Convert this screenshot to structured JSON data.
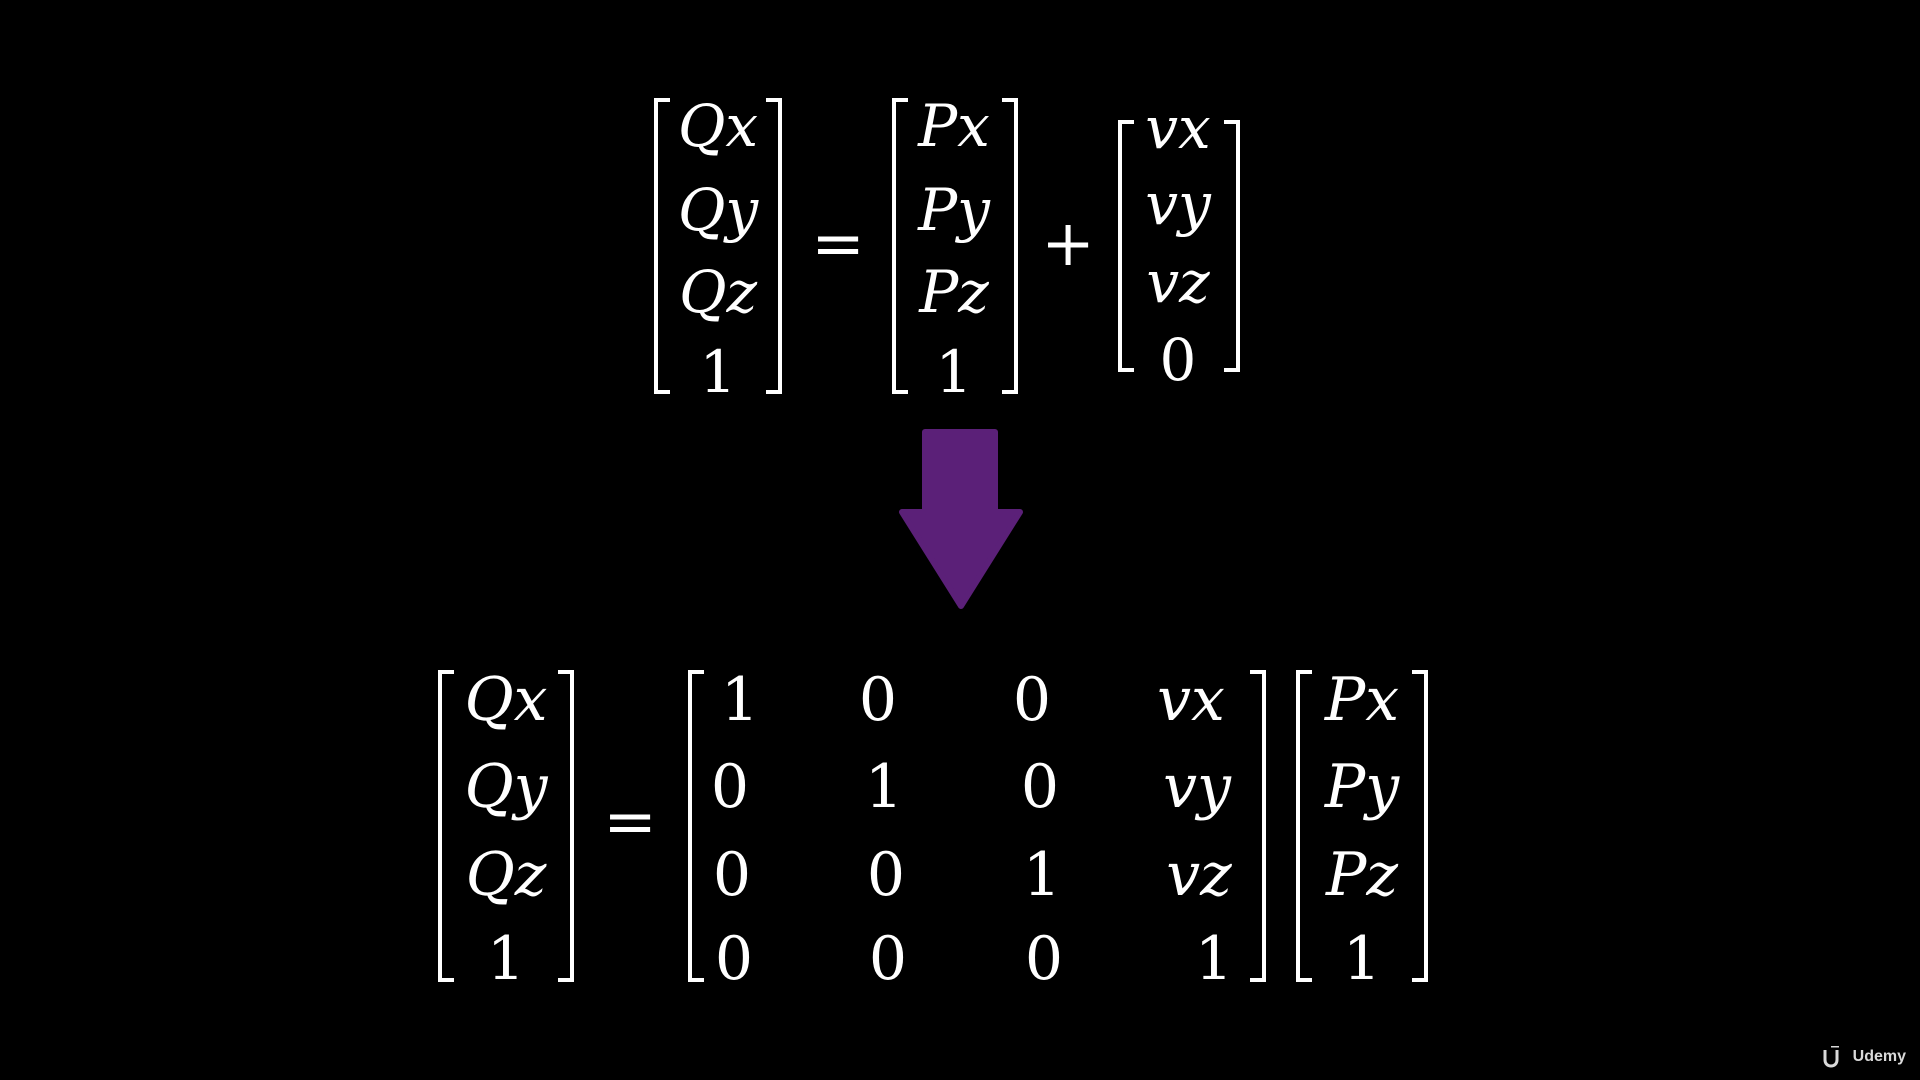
{
  "equation1": {
    "lhs": [
      "Qx",
      "Qy",
      "Qz",
      "1"
    ],
    "operator": "=",
    "term1": [
      "Px",
      "Py",
      "Pz",
      "1"
    ],
    "plus": "+",
    "term2": [
      "vx",
      "vy",
      "vz",
      "0"
    ]
  },
  "arrow": {
    "color": "#5b2078",
    "icon": "down-arrow-icon"
  },
  "equation2": {
    "lhs": [
      "Qx",
      "Qy",
      "Qz",
      "1"
    ],
    "operator": "=",
    "matrix": [
      [
        "1",
        "0",
        "0",
        "vx"
      ],
      [
        "0",
        "1",
        "0",
        "vy"
      ],
      [
        "0",
        "0",
        "1",
        "vz"
      ],
      [
        "0",
        "0",
        "0",
        "1"
      ]
    ],
    "rhs": [
      "Px",
      "Py",
      "Pz",
      "1"
    ]
  },
  "watermark": {
    "text": "Udemy",
    "icon": "udemy-logo-icon"
  }
}
